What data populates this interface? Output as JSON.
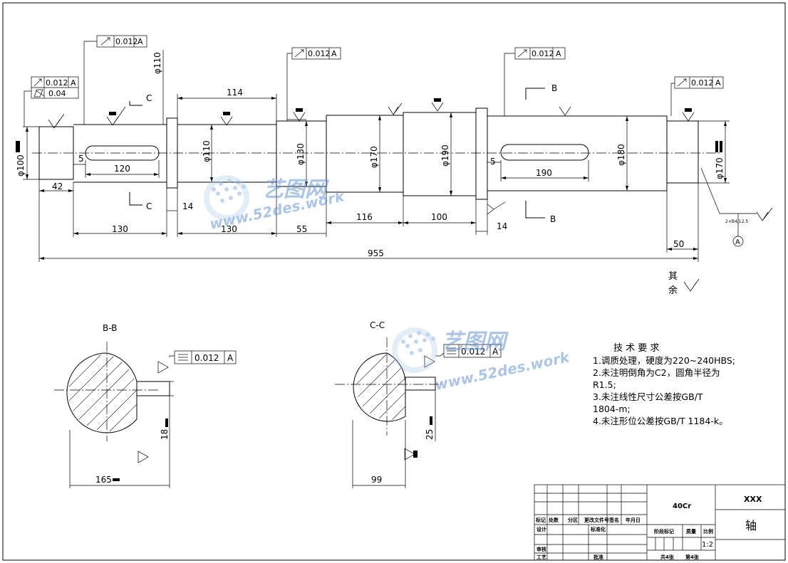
{
  "dimensions": {
    "d100": "φ100",
    "d110_top": "φ110",
    "d110_mid": "φ110",
    "d130": "φ130",
    "d170": "φ170",
    "d190": "φ190",
    "d180": "φ180",
    "d170_right": "φ170",
    "l114": "114",
    "l5_left": "5",
    "l120": "120",
    "l42": "42",
    "l130_a": "130",
    "l14_left": "14",
    "l130_b": "130",
    "l55": "55",
    "l116": "116",
    "l100": "100",
    "l14_right": "14",
    "l5_right": "5",
    "l190": "190",
    "l50": "50",
    "l955": "955",
    "chamfer_note": "2×B4/12.5",
    "bb_18": "18",
    "bb_165": "165",
    "cc_25": "25",
    "cc_99": "99"
  },
  "tolerances": {
    "runout_a": "0.012",
    "runout_b": "0.012",
    "runout_c": "0.012",
    "runout_d": "0.012",
    "runout_e": "0.012",
    "cylindricity": "0.04",
    "datum": "A",
    "sym_bb": "0.012",
    "sym_cc": "0.012"
  },
  "section_labels": {
    "C_top": "C",
    "C_bottom": "C",
    "B_top": "B",
    "B_bottom": "B",
    "BB": "B-B",
    "CC": "C-C",
    "datum_circle": "A"
  },
  "roughness_other": [
    "其",
    "余"
  ],
  "tech_requirements": {
    "title": "技 术 要 求",
    "lines": [
      "1.调质处理，硬度为220~240HBS;",
      "2.未注明倒角为C2，圆角半径为",
      "R1.5;",
      "3.未注线性尺寸公差按GB/T",
      "1804-m;",
      "4.未注形位公差按GB/T 1184-k。"
    ]
  },
  "title_block": {
    "material": "40Cr",
    "company": "XXX",
    "part_name": "轴",
    "scale": "1:2",
    "sheets": "共4张",
    "sheet_no": "第4张",
    "row_labels": [
      "标记",
      "处数",
      "分区",
      "更改文件号",
      "签名",
      "年月日"
    ],
    "design": "设计",
    "standardization": "标准化",
    "review": "审核",
    "process": "工艺",
    "approve": "批准",
    "stage_mark": "阶段标记",
    "weight": "质量",
    "ratio": "比例"
  },
  "watermark": {
    "brand": "艺图网",
    "url": "www.52des.work"
  }
}
